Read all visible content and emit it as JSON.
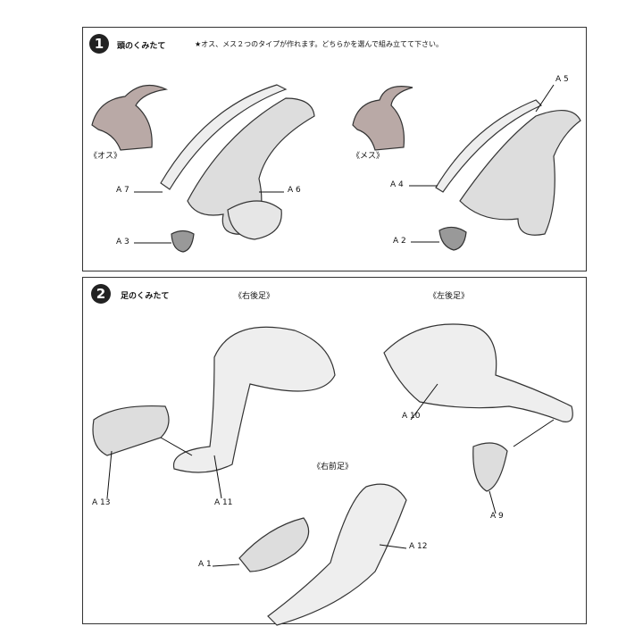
{
  "step1": {
    "number": "1",
    "title": "頭のくみたて",
    "note": "★オス、メス２つのタイプが作れます。どちらかを選んで組み立てて下さい。",
    "male_label": "《オス》",
    "female_label": "《メス》",
    "parts": {
      "a7": "A 7",
      "a6": "A 6",
      "a3": "A 3",
      "a5": "A 5",
      "a4": "A 4",
      "a2": "A 2"
    }
  },
  "step2": {
    "number": "2",
    "title": "足のくみたて",
    "right_hind_label": "《右後足》",
    "left_hind_label": "《左後足》",
    "right_fore_label": "《右前足》",
    "parts": {
      "a13": "A 13",
      "a11": "A 11",
      "a10": "A 10",
      "a9": "A 9",
      "a12": "A 12",
      "a1": "A 1"
    }
  }
}
